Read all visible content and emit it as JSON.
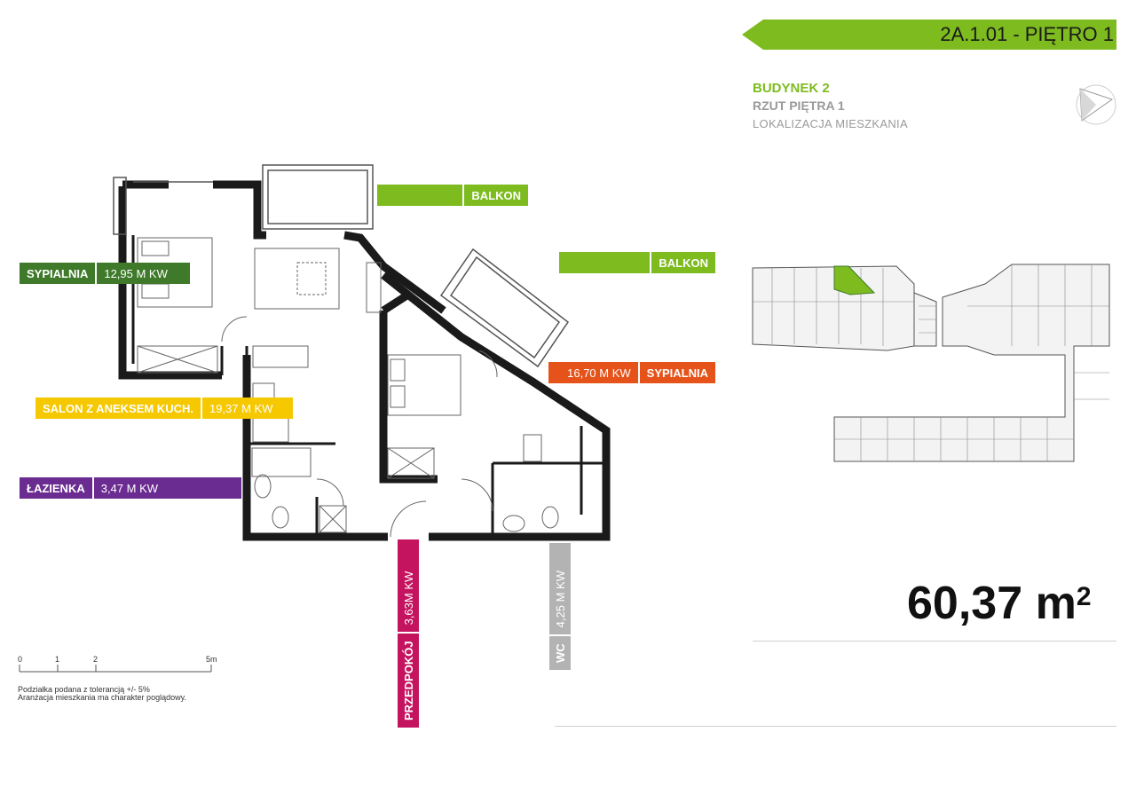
{
  "header": {
    "apartment_code": "2A.1.01",
    "floor_label": " - PIĘTRO 1"
  },
  "building": {
    "name": "BUDYNEK 2",
    "plan": "RZUT PIĘTRA 1",
    "location": "LOKALIZACJA MIESZKANIA"
  },
  "rooms": {
    "balkon_1": {
      "label": "BALKON"
    },
    "balkon_2": {
      "label": "BALKON"
    },
    "sypialnia_1": {
      "label": "SYPIALNIA",
      "area": "12,95 M KW"
    },
    "sypialnia_2": {
      "label": "SYPIALNIA",
      "area": "16,70 M KW"
    },
    "salon": {
      "label": "SALON Z ANEKSEM KUCH.",
      "area": "19,37 M KW"
    },
    "lazienka": {
      "label": "ŁAZIENKA",
      "area": "3,47 M KW"
    },
    "przedpokoj": {
      "label": "PRZEDPOKÓJ",
      "area": "3,63M KW"
    },
    "wc": {
      "label": "WC",
      "area": "4,25 M KW"
    }
  },
  "total_area": {
    "value": "60,37",
    "unit": "m",
    "sup": "2"
  },
  "scale": {
    "ticks": [
      "0",
      "1",
      "2",
      "5m"
    ]
  },
  "notes": [
    "Podziałka podana z tolerancją +/- 5%",
    "Aranżacja mieszkania ma charakter poglądowy."
  ],
  "colors": {
    "green": "#7dbb1f",
    "dark_green": "#3f7a2b",
    "yellow": "#f5c800",
    "purple": "#6b2c91",
    "orange": "#e5531a",
    "magenta": "#c4145f",
    "grey": "#b3b3b3"
  }
}
